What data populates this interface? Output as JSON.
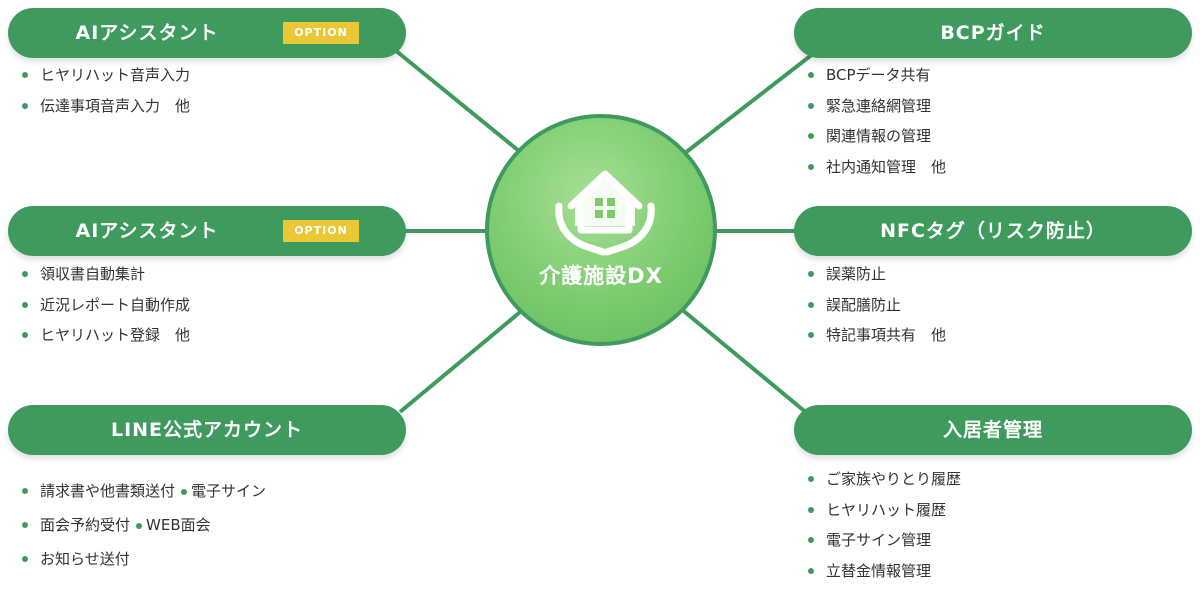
{
  "hub": {
    "label": "介護施設DX",
    "icon": "house-in-hands-icon"
  },
  "colors": {
    "green": "#3f9a5d",
    "badge": "#e9c735",
    "hub_light": "#a5e094"
  },
  "nodes": {
    "ai_voice": {
      "title": "AIアシスタント",
      "badge": "OPTION",
      "items": [
        "ヒヤリハット音声入力",
        "伝達事項音声入力　他"
      ]
    },
    "ai_auto": {
      "title": "AIアシスタント",
      "badge": "OPTION",
      "items": [
        "領収書自動集計",
        "近況レポート自動作成",
        "ヒヤリハット登録　他"
      ]
    },
    "line": {
      "title": "LINE公式アカウント",
      "items": [
        "請求書や他書類送付",
        "電子サイン",
        "面会予約受付",
        "WEB面会",
        "お知らせ送付"
      ]
    },
    "bcp": {
      "title": "BCPガイド",
      "items": [
        "BCPデータ共有",
        "緊急連絡網管理",
        "関連情報の管理",
        "社内通知管理　他"
      ]
    },
    "nfc": {
      "title": "NFCタグ（リスク防止）",
      "items": [
        "誤薬防止",
        "誤配膳防止",
        "特記事項共有　他"
      ]
    },
    "resident": {
      "title": "入居者管理",
      "items": [
        "ご家族やりとり履歴",
        "ヒヤリハット履歴",
        "電子サイン管理",
        "立替金情報管理"
      ]
    }
  }
}
